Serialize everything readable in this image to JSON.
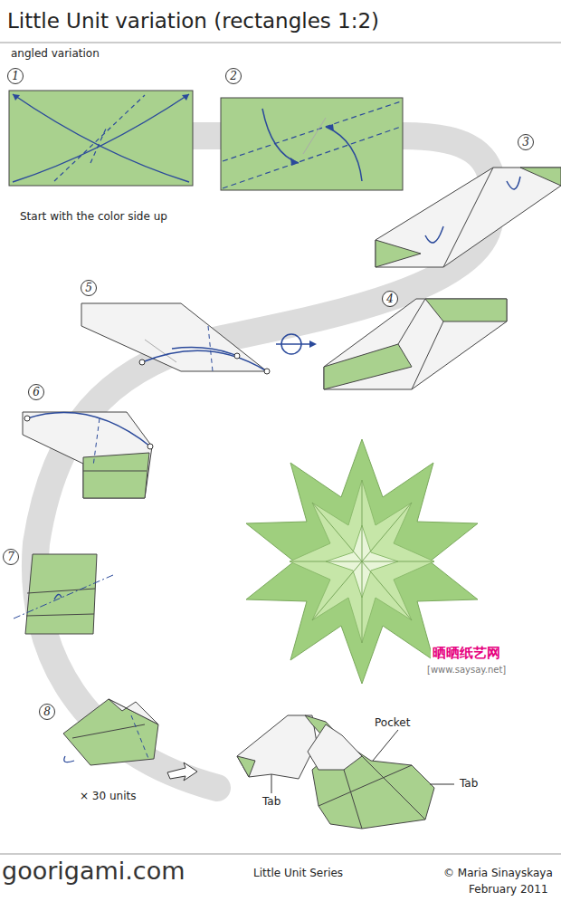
{
  "diagram": {
    "title": "Little Unit variation (rectangles 1:2)",
    "nodes": [
      {
        "text": [
          "1"
        ]
      },
      {
        "text": [
          "2"
        ]
      },
      {
        "text": [
          "3"
        ]
      },
      {
        "text": [
          "4"
        ]
      },
      {
        "text": [
          "5"
        ]
      },
      {
        "text": [
          "6"
        ]
      },
      {
        "text": [
          "7"
        ]
      },
      {
        "text": [
          "8"
        ]
      }
    ],
    "labels": [
      "angled variation",
      "Start with the color side up",
      "× 30 units",
      "Pocket",
      "Tab",
      "Tab",
      "晒晒纸艺网",
      "[www.saysay.net]",
      "goorigami.com",
      "Little Unit Series",
      "© Maria Sinayskaya",
      "February 2011"
    ]
  }
}
